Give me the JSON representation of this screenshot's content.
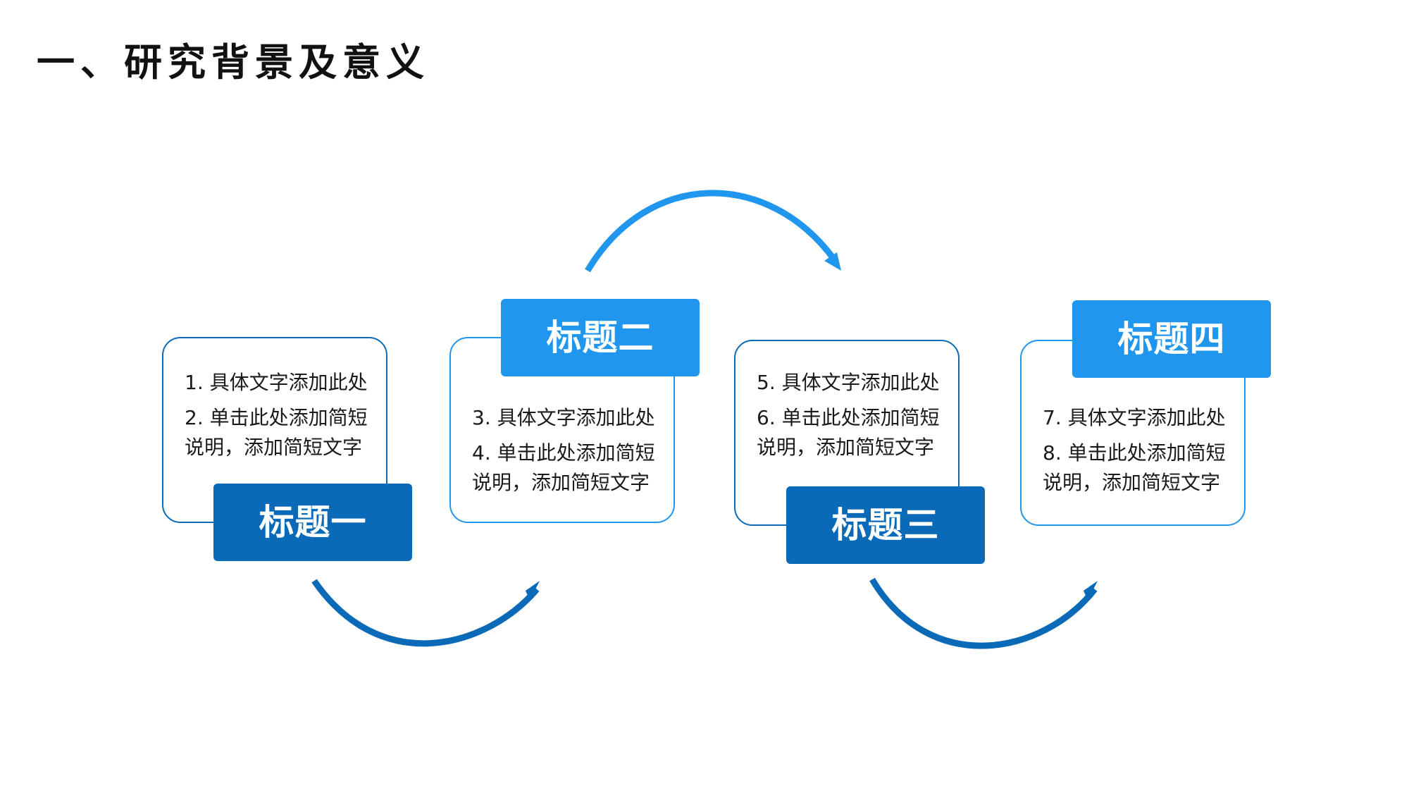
{
  "page": {
    "title": "一、研究背景及意义"
  },
  "colors": {
    "dark_blue": "#0a6ab8",
    "light_blue": "#2196ee",
    "text": "#1a1a1a",
    "background": "#ffffff"
  },
  "steps": [
    {
      "title": "标题一",
      "line1": "1. 具体文字添加此处",
      "line2": "2. 单击此处添加简短说明，添加简短文字"
    },
    {
      "title": "标题二",
      "line1": "3. 具体文字添加此处",
      "line2": "4. 单击此处添加简短说明，添加简短文字"
    },
    {
      "title": "标题三",
      "line1": "5. 具体文字添加此处",
      "line2": "6. 单击此处添加简短说明，添加简短文字"
    },
    {
      "title": "标题四",
      "line1": "7. 具体文字添加此处",
      "line2": "8. 单击此处添加简短说明，添加简短文字"
    }
  ]
}
